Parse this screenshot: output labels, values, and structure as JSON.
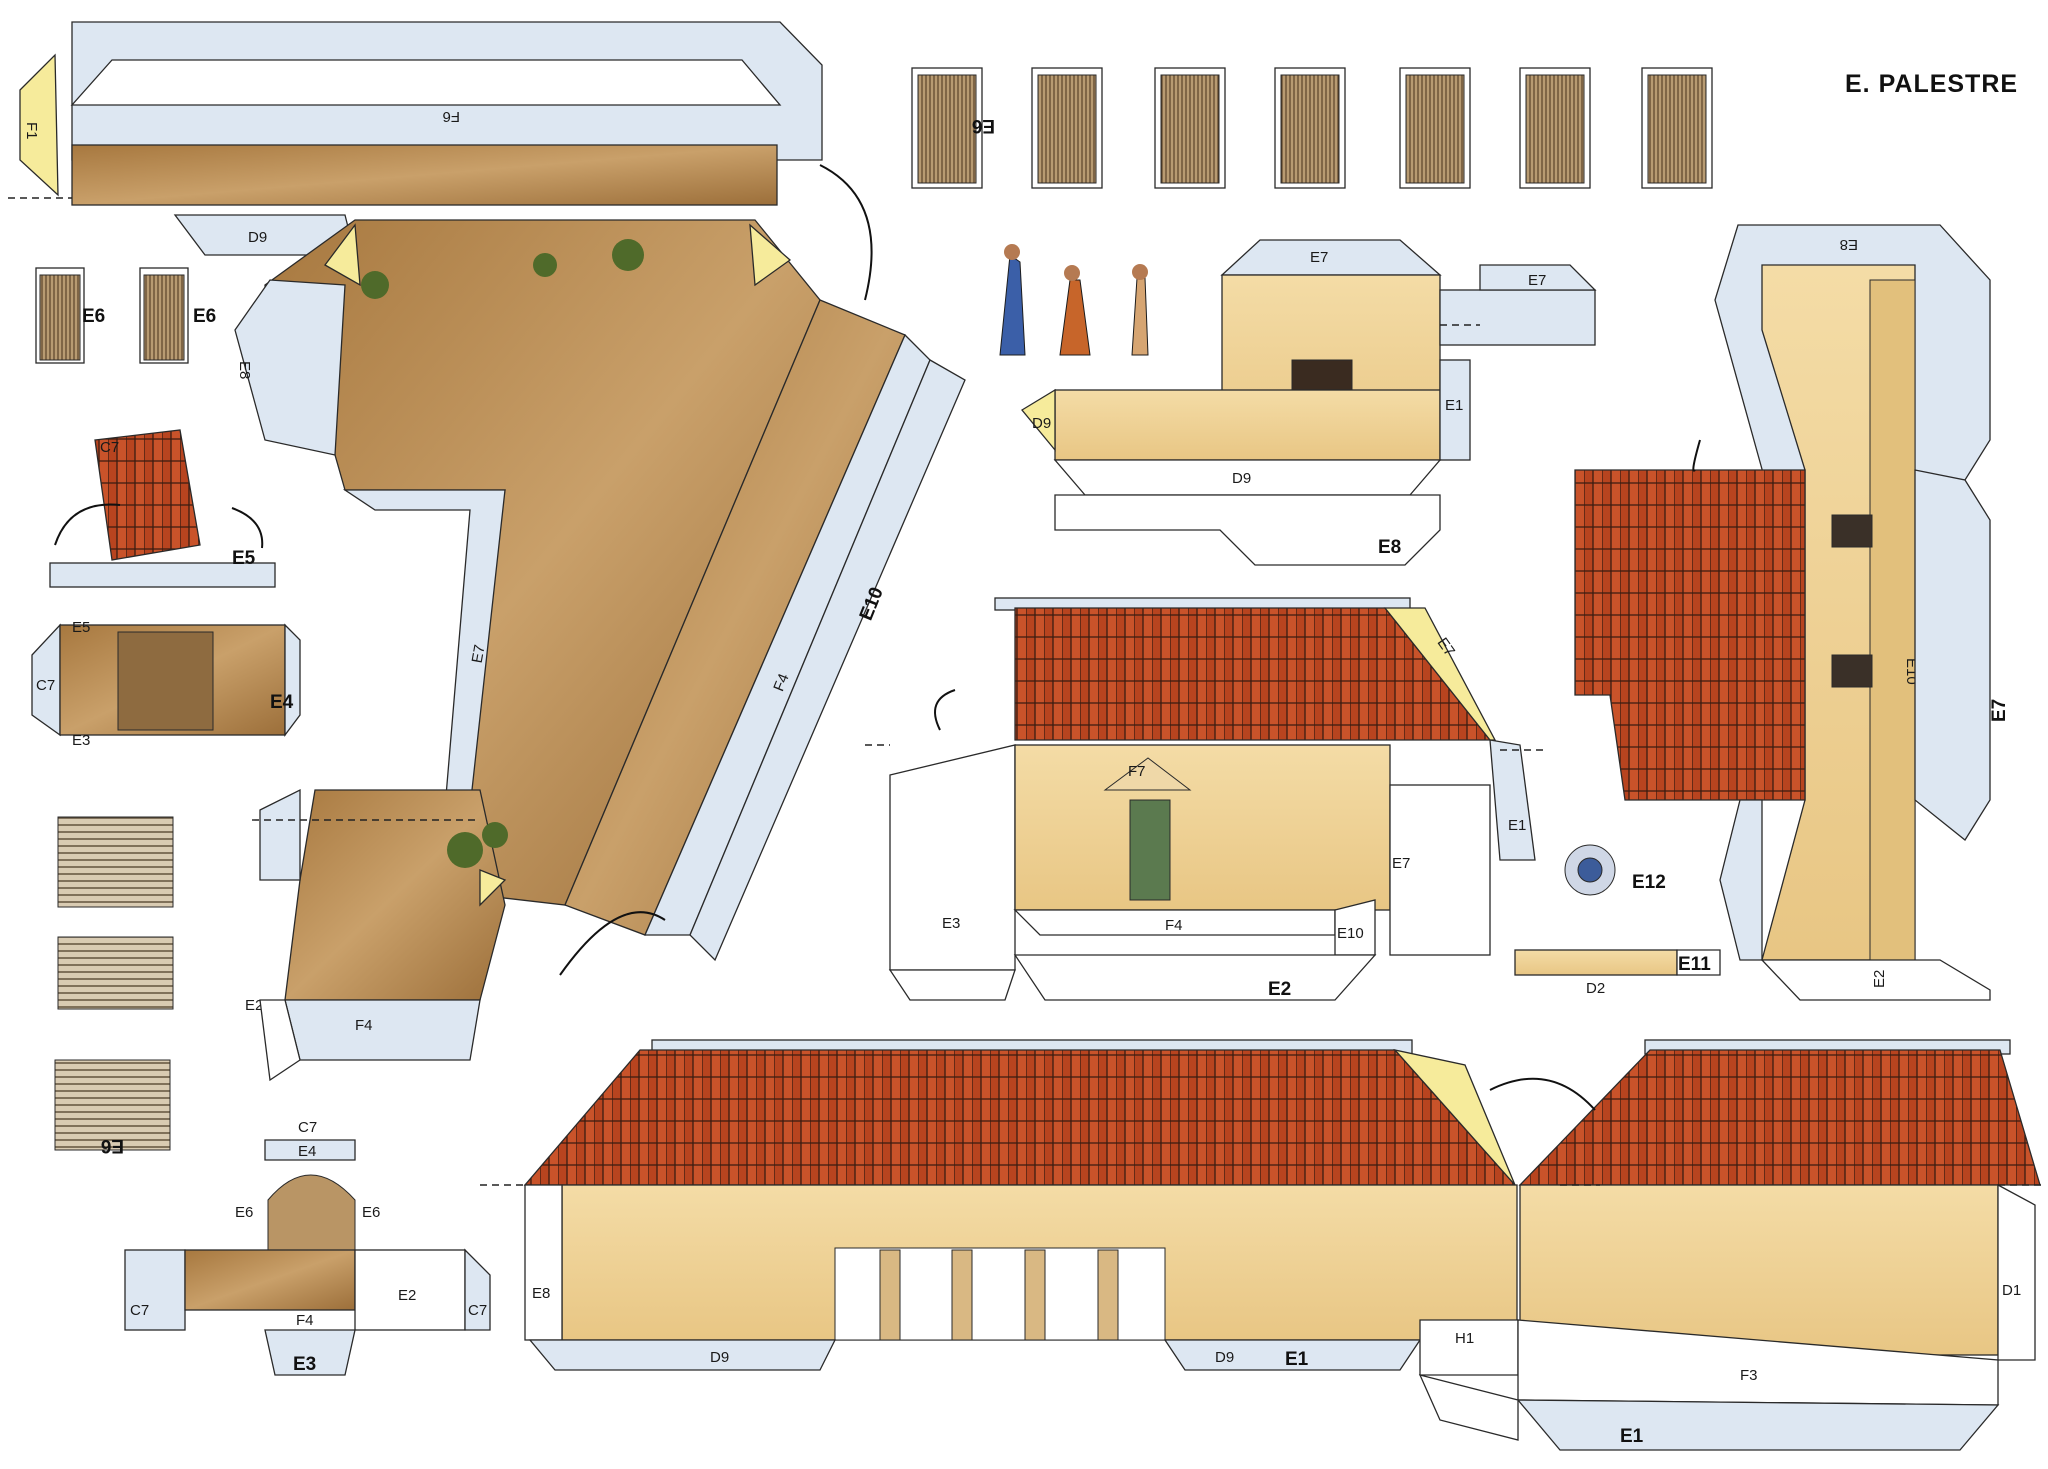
{
  "sheet": {
    "title": "E. PALESTRE",
    "colors": {
      "tab": "#dde7f2",
      "glue_tab": "#f6eb9b",
      "wall": "#f1d49a",
      "ground": "#b98c55",
      "roof_tile": "#c9532a",
      "outline": "#2a2a2a"
    }
  },
  "labels": {
    "f1": "F1",
    "f6": "F6",
    "d9_top": "D9",
    "e8_left": "E8",
    "e7_yard": "E7",
    "f4_yard": "F4",
    "e10_yard": "E10",
    "e2_yard": "E2",
    "f4_lower": "F4",
    "e6_a": "E6",
    "e6_b": "E6",
    "c7_small": "C7",
    "e5_small": "E5",
    "e5_box": "E5",
    "c7_box": "C7",
    "e3_box": "E3",
    "e4_box": "E4",
    "e6_stack": "E6",
    "c7_niche_top": "C7",
    "e4_niche": "E4",
    "e6_niche_l": "E6",
    "e6_niche_r": "E6",
    "c7_niche_l": "C7",
    "c7_niche_r": "C7",
    "f4_niche": "F4",
    "e2_niche": "E2",
    "e3_niche": "E3",
    "e6_column": "E6",
    "e7_house_top": "E7",
    "e7_house_side": "E7",
    "d9_house_glue": "D9",
    "e1_house": "E1",
    "d9_house": "D9",
    "e8_house": "E8",
    "f7_pediment": "F7",
    "e7_roof": "E7",
    "e1_facade": "E1",
    "e7_facade": "E7",
    "e3_facade": "E3",
    "f4_facade": "F4",
    "e10_facade": "E10",
    "e2_facade": "E2",
    "e12_basin": "E12",
    "e11_basin": "E11",
    "d2_basin": "D2",
    "e8_right": "E8",
    "e10_right": "E10",
    "e7_right": "E7",
    "e2_right": "E2",
    "e8_long": "E8",
    "d9_long_a": "D9",
    "d9_long_b": "D9",
    "e1_long": "E1",
    "h1_long": "H1",
    "f3_long": "F3",
    "d1_long": "D1",
    "e1_bottom": "E1"
  }
}
